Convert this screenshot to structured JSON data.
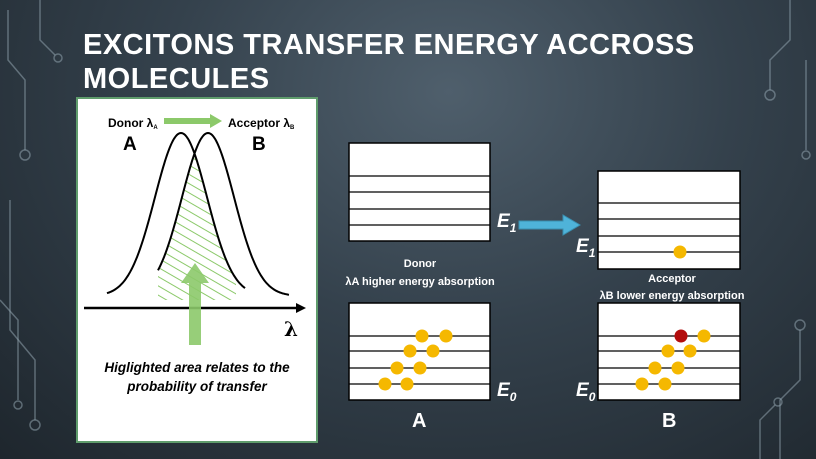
{
  "slide": {
    "title_line1": "EXCITONS TRANSFER ENERGY ACCROSS",
    "title_line2": "MOLECULES"
  },
  "spectrum_panel": {
    "donor_label": "Donor λ",
    "donor_sub": "A",
    "acceptor_label": "Acceptor λ",
    "acceptor_sub": "B",
    "curve_a_label": "A",
    "curve_b_label": "B",
    "axis_label": "λ",
    "caption_line1": "Higlighted area relates to the",
    "caption_line2": "probability of transfer"
  },
  "energy_diagram": {
    "donor_title": "Donor",
    "donor_desc": "λA higher energy absorption",
    "acceptor_title": "Acceptor",
    "acceptor_desc": "λB lower energy absorption",
    "e1_label": "E",
    "e1_sub": "1",
    "e0_label": "E",
    "e0_sub": "0",
    "molecule_a": "A",
    "molecule_b": "B"
  },
  "colors": {
    "electron": "#f5b800",
    "electron_highlight": "#b30d0d",
    "transfer_arrow": "#4fb3d9",
    "hatch": "#8cc96a",
    "panel_border": "#5f9c6c"
  }
}
